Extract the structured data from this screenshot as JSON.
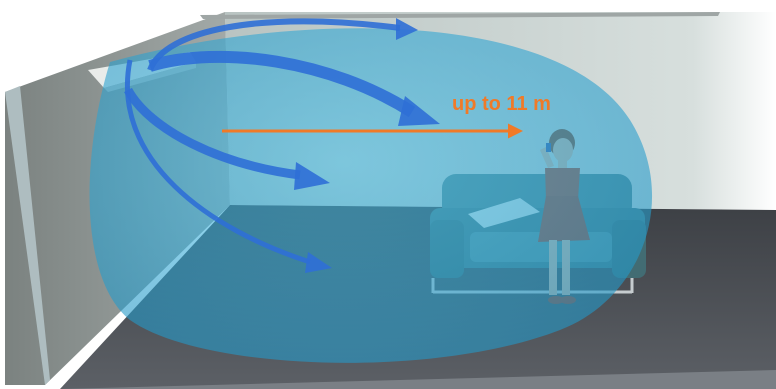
{
  "diagram": {
    "distance_label": "up to 11 m",
    "colors": {
      "airflow_arrow": "#2f6fd6",
      "distance_arrow": "#f07a28",
      "distance_text": "#f07a28",
      "coverage_zone": "#2aa9d6",
      "back_wall": "#cdd8d6",
      "left_wall": "#8f9693",
      "floor": "#4a4d52",
      "sofa": "#4f7f86",
      "dress": "#b0492e"
    },
    "icons": [
      "room-illustration",
      "air-conditioner-unit",
      "airflow-arrows",
      "distance-arrow",
      "sofa",
      "woman-on-phone"
    ]
  }
}
